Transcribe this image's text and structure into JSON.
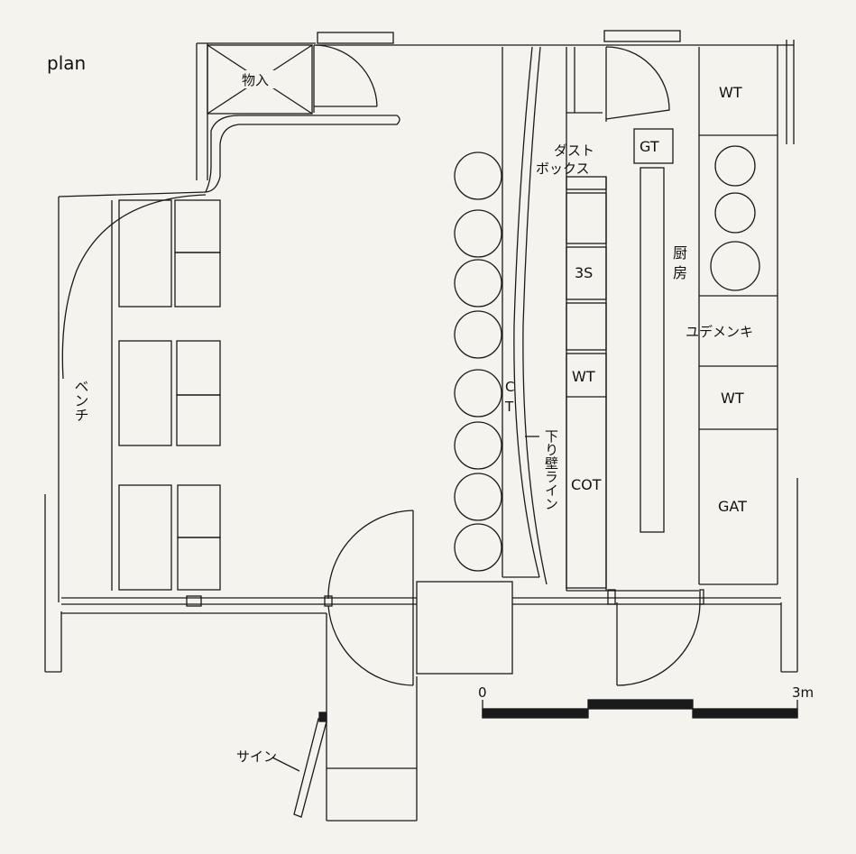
{
  "title": "plan",
  "labels": {
    "storage": "物入",
    "dust_box_1": "ダスト",
    "dust_box_2": "ボックス",
    "gt": "GT",
    "wt_top": "WT",
    "kitchen_1": "厨",
    "kitchen_2": "房",
    "sink_3s": "3S",
    "noodle_boiler": "ユデメンキ",
    "wt_mid_left": "WT",
    "wt_mid_right": "WT",
    "ct_1": "C",
    "ct_2": "T",
    "hanging_wall": "下り壁ライン",
    "cot": "COT",
    "gat": "GAT",
    "bench": "ベンチ",
    "sign": "サイン"
  },
  "scale_bar": {
    "start_label": "0",
    "end_label": "3m"
  },
  "colors": {
    "ink": "#1a1a1a",
    "paper": "#f4f3ee"
  }
}
